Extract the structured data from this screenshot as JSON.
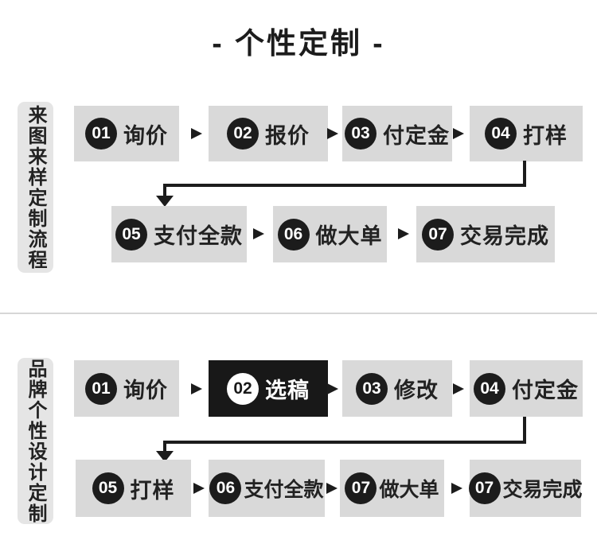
{
  "title": "- 个性定制 -",
  "colors": {
    "ink": "#1c1c1c",
    "box_gray": "#d9d9d9",
    "label_gray": "#e5e5e5",
    "highlight": "#181818",
    "white": "#ffffff"
  },
  "sections": [
    {
      "side_label": "来图来样定制流程",
      "rows": [
        {
          "steps": [
            {
              "num": "01",
              "label": "询价"
            },
            {
              "num": "02",
              "label": "报价"
            },
            {
              "num": "03",
              "label": "付定金"
            },
            {
              "num": "04",
              "label": "打样"
            }
          ]
        },
        {
          "steps": [
            {
              "num": "05",
              "label": "支付全款"
            },
            {
              "num": "06",
              "label": "做大单"
            },
            {
              "num": "07",
              "label": "交易完成"
            }
          ]
        }
      ]
    },
    {
      "side_label": "品牌个性设计定制",
      "rows": [
        {
          "steps": [
            {
              "num": "01",
              "label": "询价"
            },
            {
              "num": "02",
              "label": "选稿",
              "highlighted": true
            },
            {
              "num": "03",
              "label": "修改"
            },
            {
              "num": "04",
              "label": "付定金"
            }
          ]
        },
        {
          "steps": [
            {
              "num": "05",
              "label": "打样"
            },
            {
              "num": "06",
              "label": "支付全款"
            },
            {
              "num": "07",
              "label": "做大单"
            },
            {
              "num": "07",
              "label": "交易完成"
            }
          ]
        }
      ]
    }
  ]
}
